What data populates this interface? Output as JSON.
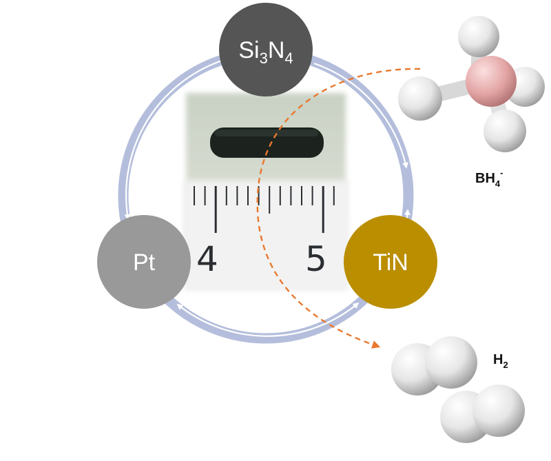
{
  "nodes": {
    "si3n4": {
      "main1": "Si",
      "sub1": "3",
      "main2": "N",
      "sub2": "4",
      "color": "#555555"
    },
    "pt": {
      "label": "Pt",
      "color": "#999999"
    },
    "tin": {
      "label": "TiN",
      "color": "#BB8E00"
    }
  },
  "molecules": {
    "bh4": {
      "main": "BH",
      "sub": "4",
      "sup": "-"
    },
    "h2": {
      "main": "H",
      "sub": "2"
    }
  },
  "ruler": {
    "label_left": "4",
    "label_right": "5"
  },
  "colors": {
    "cycle_arrow": "#B4BEDC",
    "reaction_path": "#E8782E",
    "boron": "#E8A8A8",
    "hydrogen": "#F0F0F0"
  }
}
